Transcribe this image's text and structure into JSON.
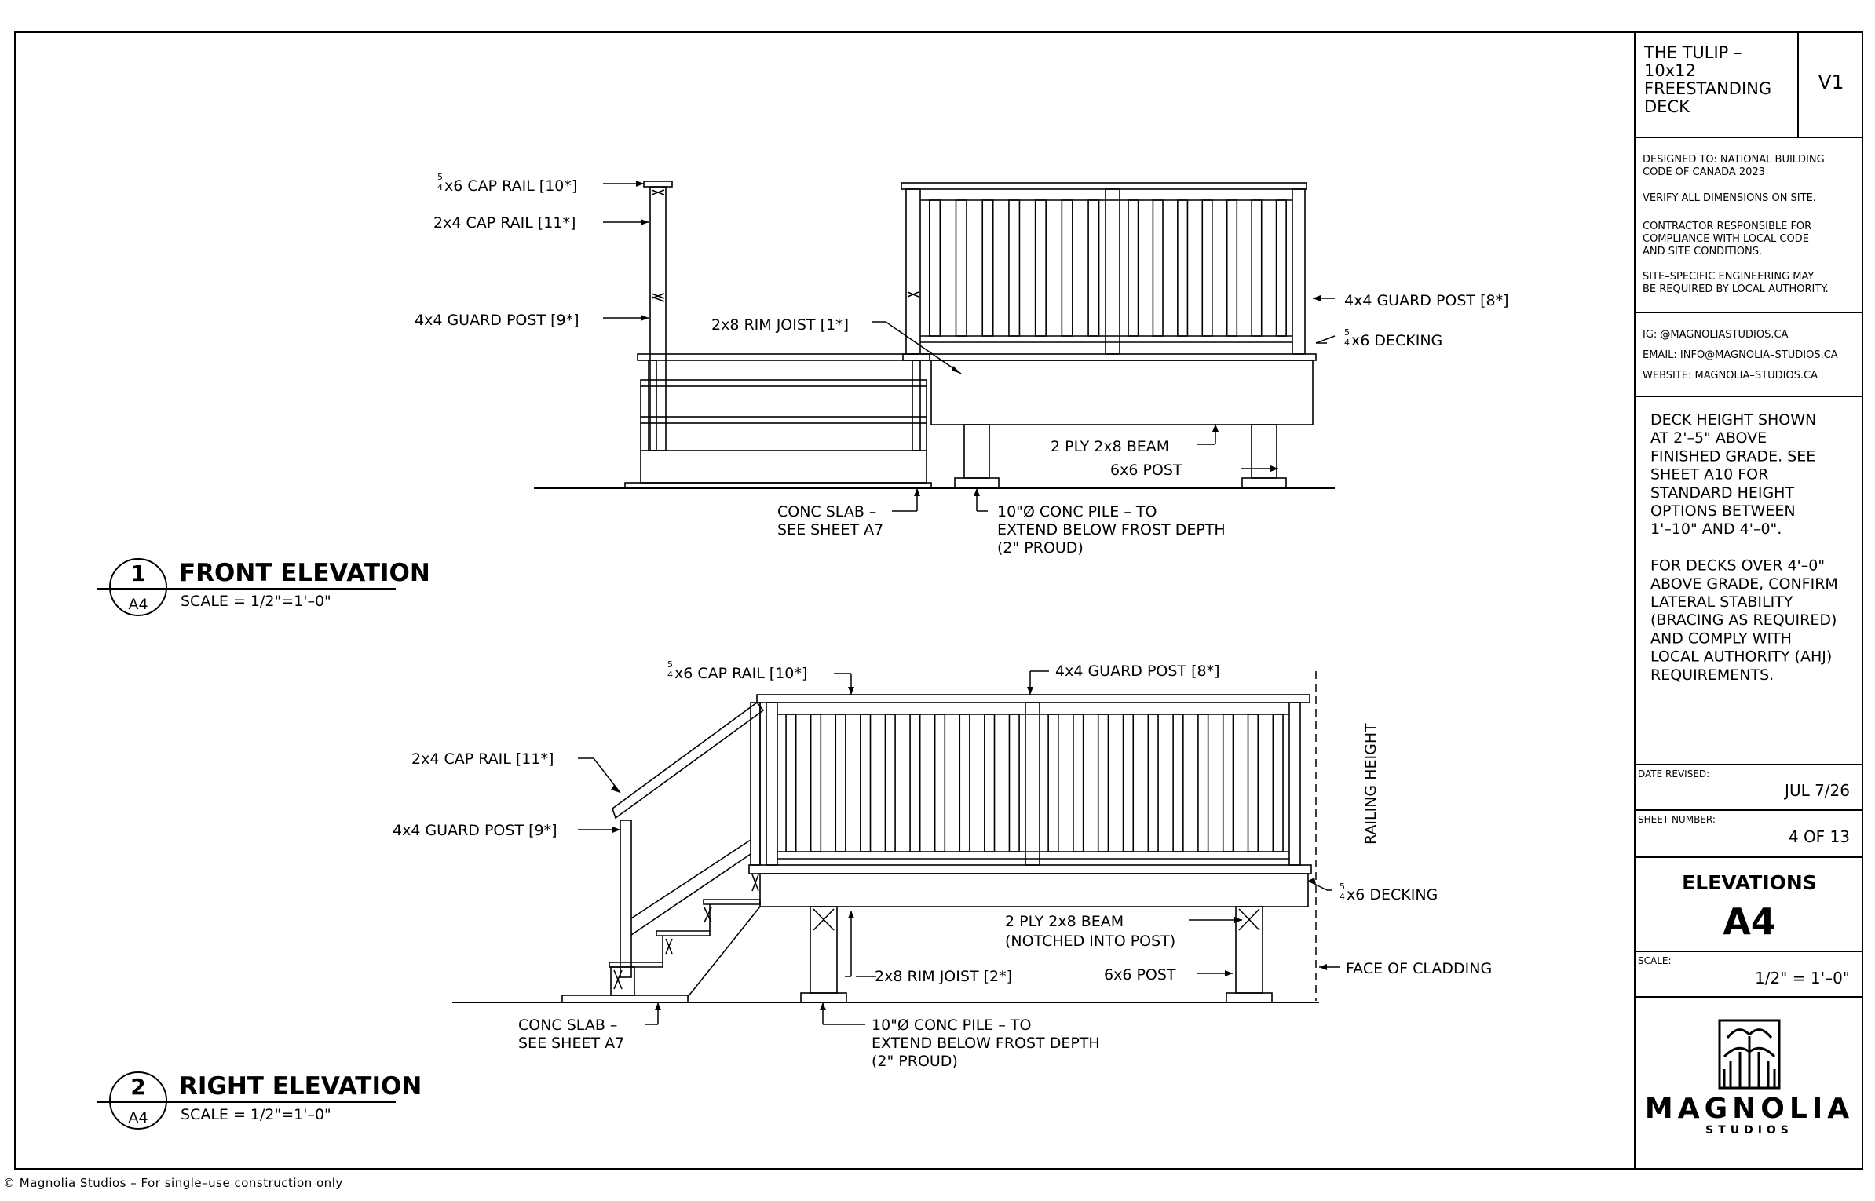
{
  "title_block": {
    "project_title": [
      "THE TULIP –",
      "10x12",
      "FREESTANDING",
      "DECK"
    ],
    "version": "V1",
    "notes": [
      [
        "DESIGNED TO: NATIONAL BUILDING",
        "CODE OF CANADA 2023"
      ],
      [
        "VERIFY ALL DIMENSIONS ON SITE."
      ],
      [
        "CONTRACTOR RESPONSIBLE FOR",
        "COMPLIANCE WITH LOCAL CODE",
        "AND SITE CONDITIONS."
      ],
      [
        "SITE–SPECIFIC ENGINEERING MAY",
        "BE REQUIRED BY LOCAL AUTHORITY."
      ]
    ],
    "contact": {
      "ig": "IG: @MAGNOLIASTUDIOS.CA",
      "email": "EMAIL: INFO@MAGNOLIA–STUDIOS.CA",
      "website": "WEBSITE: MAGNOLIA–STUDIOS.CA"
    },
    "deck_notes": [
      "DECK HEIGHT SHOWN",
      "AT 2'–5\" ABOVE",
      "FINISHED GRADE. SEE",
      "SHEET A10 FOR",
      "STANDARD HEIGHT",
      "OPTIONS BETWEEN",
      "1'–10\" AND 4'–0\".",
      "",
      "FOR DECKS OVER 4'–0\"",
      "ABOVE GRADE, CONFIRM",
      "LATERAL STABILITY",
      "(BRACING AS REQUIRED)",
      "AND COMPLY WITH",
      "LOCAL AUTHORITY (AHJ)",
      "REQUIREMENTS."
    ],
    "date_revised_label": "DATE REVISED:",
    "date_revised": "JUL 7/26",
    "sheet_number_label": "SHEET NUMBER:",
    "sheet_number": "4 OF 13",
    "sheet_title": "ELEVATIONS",
    "sheet_id": "A4",
    "scale_label": "SCALE:",
    "scale": "1/2\" = 1'–0\"",
    "logo_name": "MAGNOLIA",
    "logo_sub": "STUDIOS"
  },
  "views": [
    {
      "number": "1",
      "sheet": "A4",
      "title": "FRONT ELEVATION",
      "scale": "SCALE = 1/2\"=1'–0\""
    },
    {
      "number": "2",
      "sheet": "A4",
      "title": "RIGHT ELEVATION",
      "scale": "SCALE = 1/2\"=1'–0\""
    }
  ],
  "front_labels": {
    "cap_rail_54": "x6 CAP RAIL [10*]",
    "cap_rail_2x4": "2x4 CAP RAIL [11*]",
    "guard_post_9": "4x4 GUARD POST [9*]",
    "rim_joist": "2x8 RIM JOIST [1*]",
    "guard_post_8": "4x4 GUARD POST [8*]",
    "decking": "x6 DECKING",
    "beam": "2 PLY 2x8 BEAM",
    "post": "6x6 POST",
    "slab": [
      "CONC SLAB –",
      "SEE SHEET A7"
    ],
    "pile": [
      "10\"Ø CONC PILE – TO",
      "EXTEND BELOW FROST DEPTH",
      "(2\" PROUD)"
    ]
  },
  "right_labels": {
    "cap_rail_54": "x6 CAP RAIL [10*]",
    "guard_post_8": "4x4 GUARD POST [8*]",
    "cap_rail_2x4": "2x4 CAP RAIL [11*]",
    "guard_post_9": "4x4 GUARD POST [9*]",
    "railing_height": "RAILING HEIGHT",
    "decking": "x6 DECKING",
    "beam": [
      "2 PLY 2x8 BEAM",
      "(NOTCHED INTO POST)"
    ],
    "rim_joist": "2x8 RIM JOIST [2*]",
    "post": "6x6 POST",
    "cladding": "FACE OF CLADDING",
    "slab": [
      "CONC SLAB –",
      "SEE SHEET A7"
    ],
    "pile": [
      "10\"Ø CONC PILE – TO",
      "EXTEND BELOW FROST DEPTH",
      "(2\" PROUD)"
    ]
  },
  "frac": {
    "num": "5",
    "den": "4"
  },
  "footer": "© Magnolia Studios – For single–use construction only"
}
